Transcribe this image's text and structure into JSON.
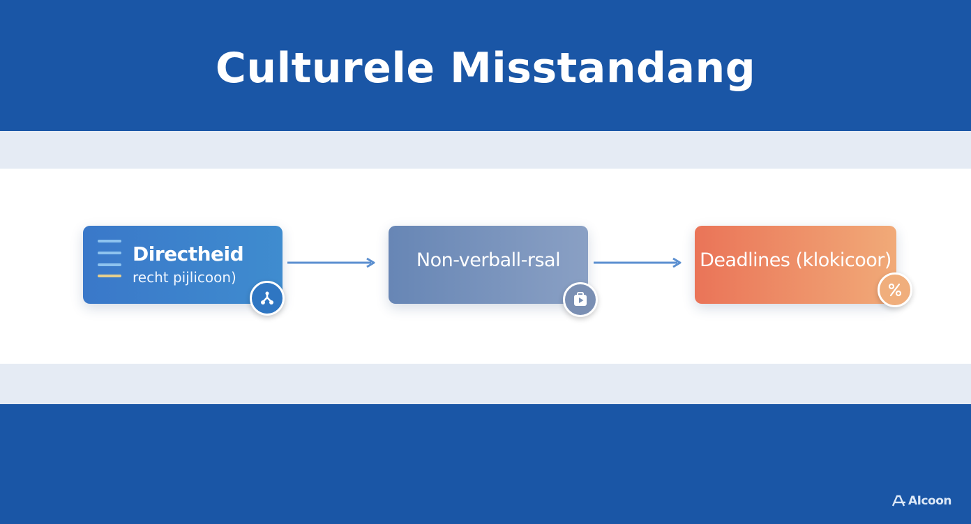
{
  "title": "Culturele Misstandang",
  "steps": [
    {
      "label": "Directheid",
      "sublabel": "recht pijlicoon)",
      "badge_icon": "network-icon",
      "color": "#3a78c9"
    },
    {
      "label": "Non-verball-rsal",
      "badge_icon": "play-icon",
      "color": "#7a8fb3"
    },
    {
      "label": "Deadlines (klokicoor)",
      "badge_icon": "percent-icon",
      "color": "#ea7458"
    }
  ],
  "connectors": [
    "arrow-right-icon",
    "arrow-right-icon"
  ],
  "logo": {
    "text": "AIcoon",
    "icon": "logo-icon"
  },
  "colors": {
    "background": "#1a56a6",
    "band": "#e5ebf4",
    "arrow": "#5b8fd0"
  }
}
